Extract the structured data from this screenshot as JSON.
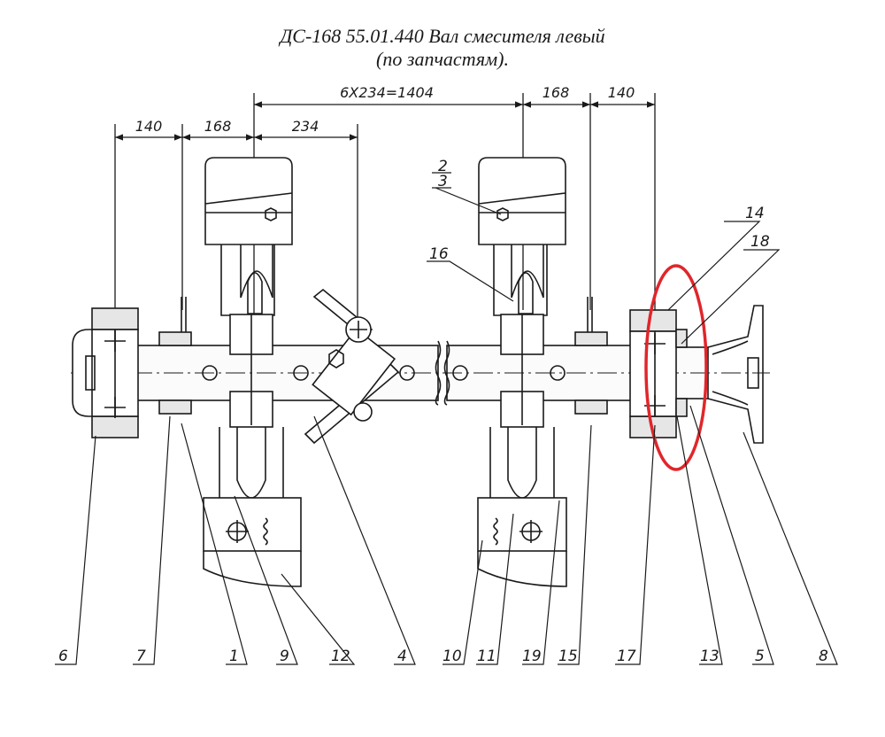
{
  "title": {
    "line1": "ДС-168 55.01.440 Вал смесителя левый",
    "line2": "(по запчастям)."
  },
  "dimensions": {
    "top_span": "6Х234=1404",
    "top_right_168": "168",
    "top_right_140": "140",
    "left_140": "140",
    "left_168": "168",
    "left_234": "234"
  },
  "callouts_top": {
    "c2": "2",
    "c3": "3",
    "c16": "16",
    "c14": "14",
    "c18": "18"
  },
  "callouts_bottom": [
    "6",
    "7",
    "1",
    "9",
    "12",
    "4",
    "10",
    "11",
    "19",
    "15",
    "17",
    "13",
    "5",
    "8"
  ],
  "colors": {
    "line": "#1a1a1a",
    "highlight": "#e0262b"
  },
  "highlight_shape": "red-ellipse"
}
